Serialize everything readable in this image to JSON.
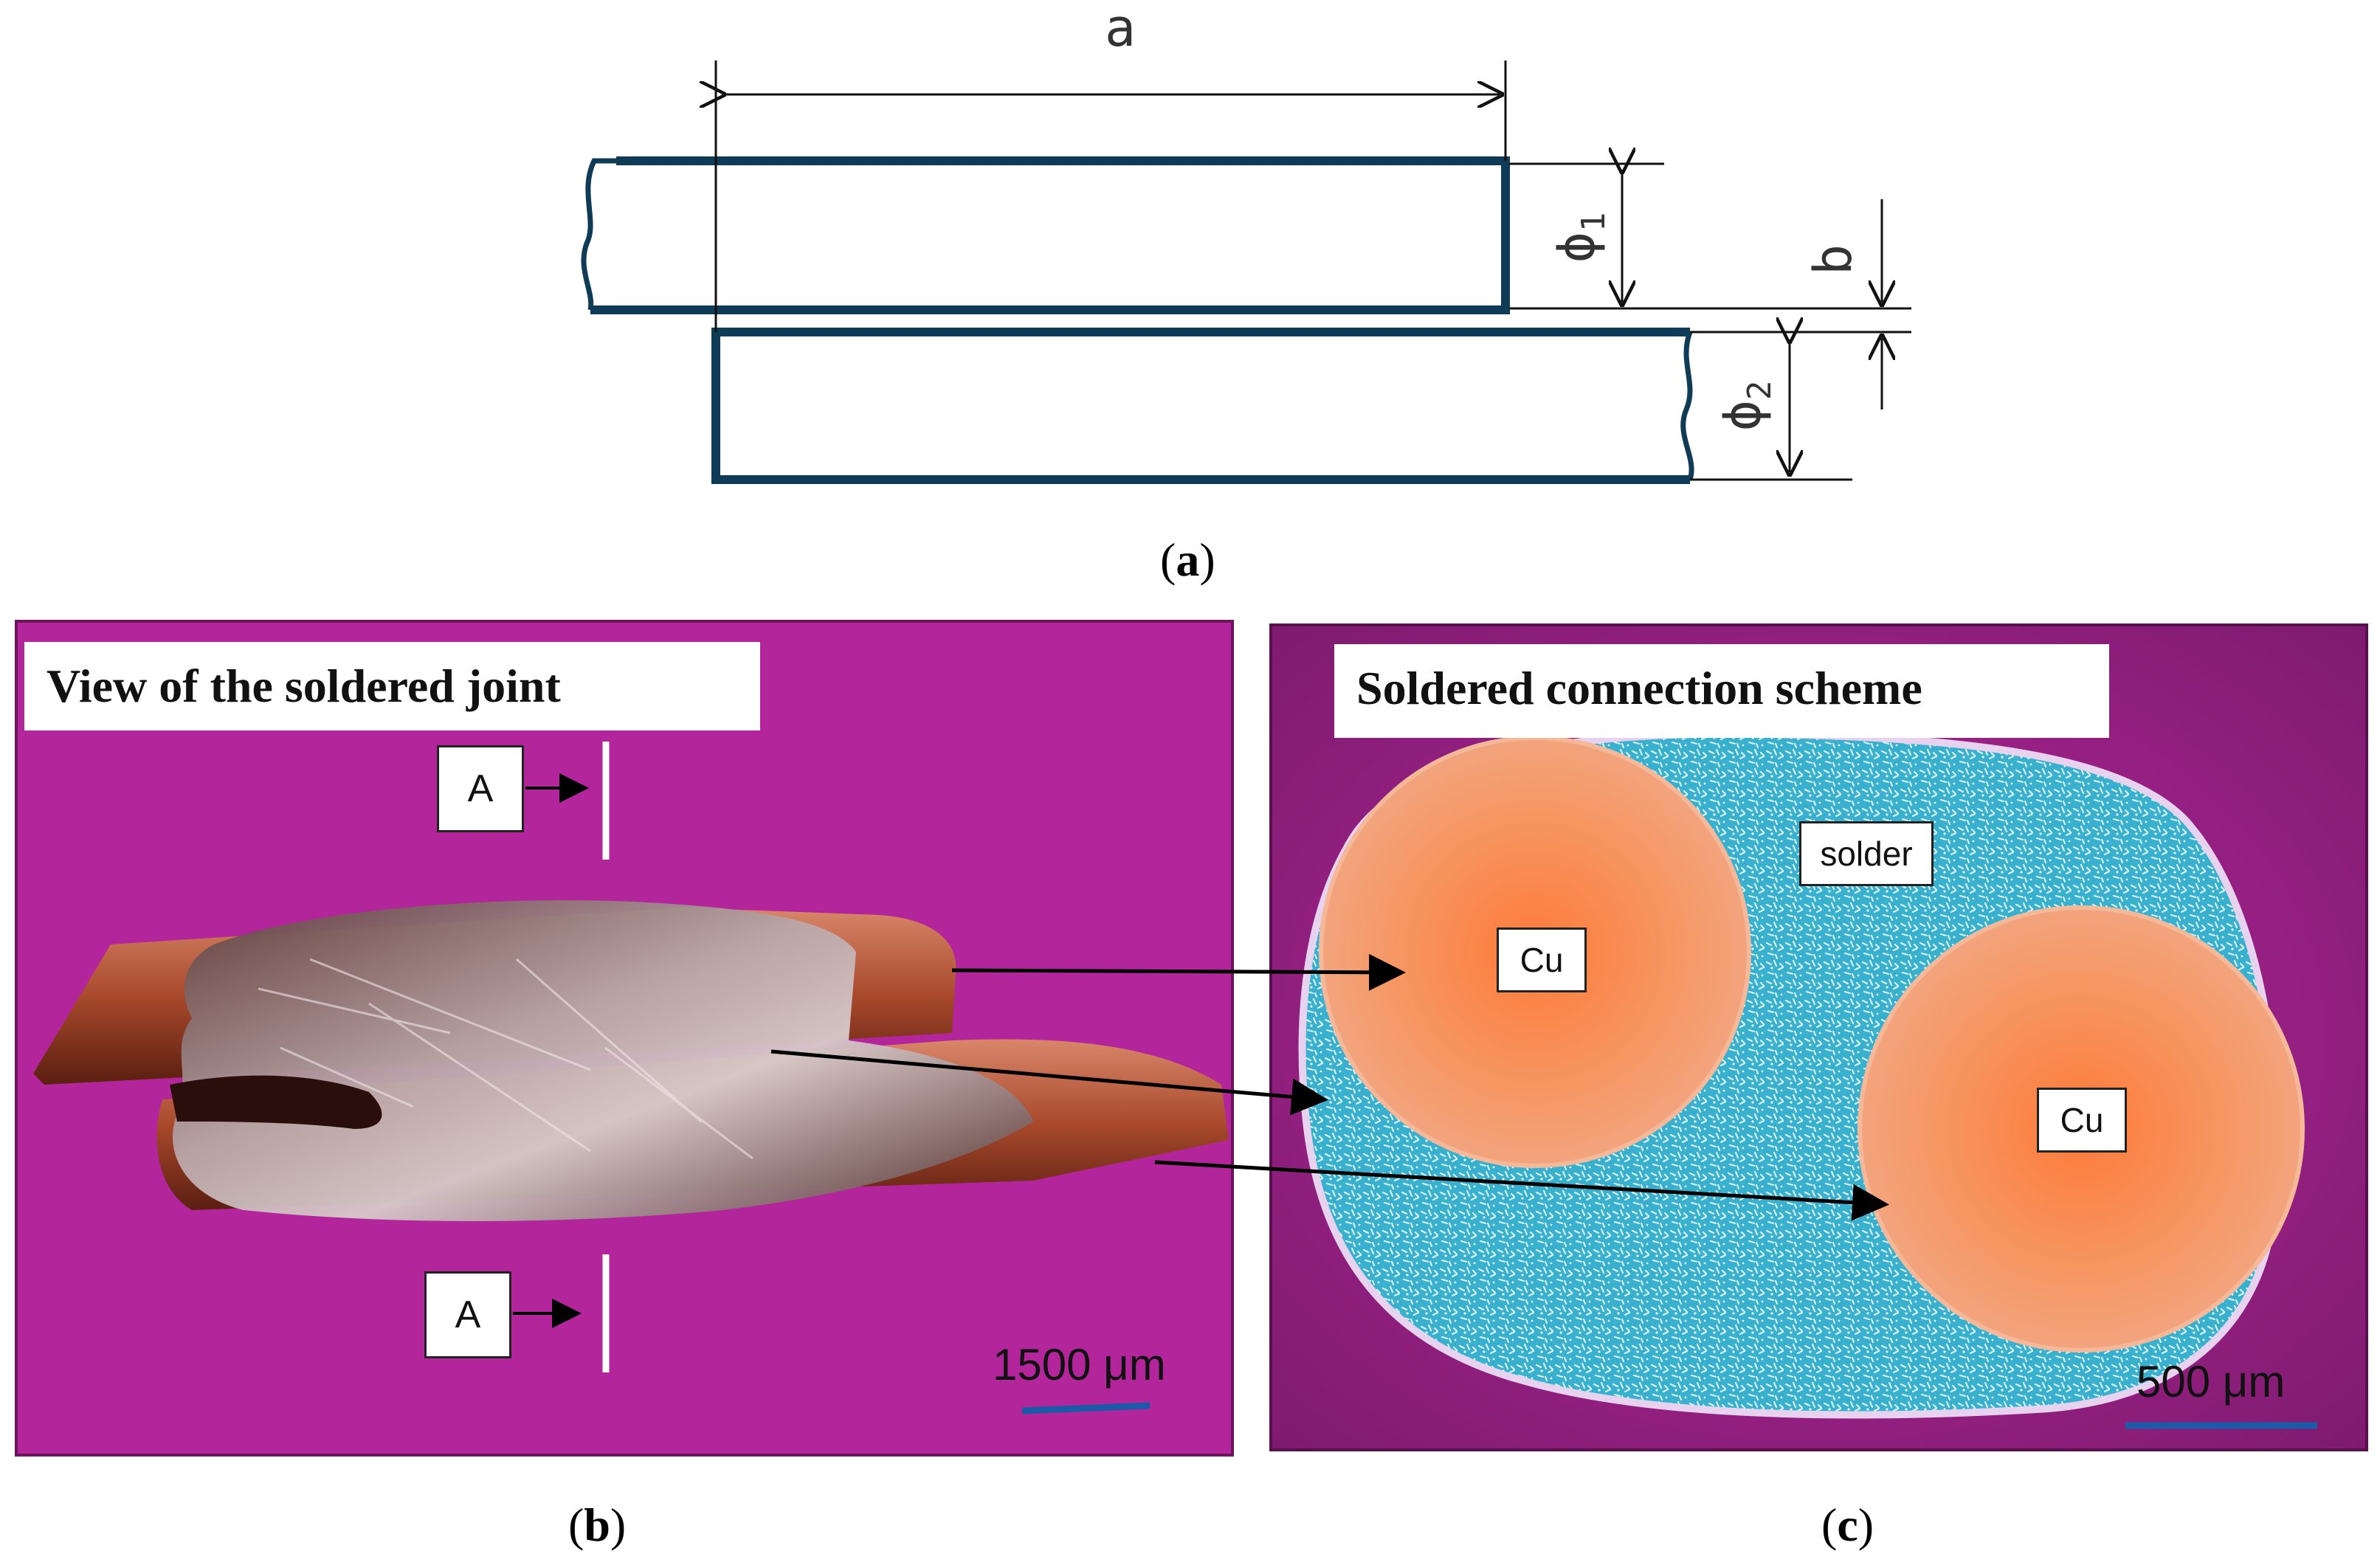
{
  "diagram_a": {
    "dim_a": "a",
    "dim_b": "b",
    "phi1": "ϕ",
    "phi1_sub": "1",
    "phi2": "ϕ",
    "phi2_sub": "2",
    "line_color": "#0f3b57"
  },
  "captions": {
    "a": "a",
    "b": "b",
    "c": "c"
  },
  "panel_b": {
    "title": "View of the soldered joint",
    "section_label_top": "A",
    "section_label_bottom": "A",
    "scale_bar": "1500 μm",
    "background_color": "#b3259a"
  },
  "panel_c": {
    "title": "Soldered connection scheme",
    "label_solder": "solder",
    "label_cu_1": "Cu",
    "label_cu_2": "Cu",
    "scale_bar": "500 μm",
    "background_color": "#9a1e8a",
    "solder_color": "#3aa7c8",
    "copper_color": "#f08a5a"
  }
}
